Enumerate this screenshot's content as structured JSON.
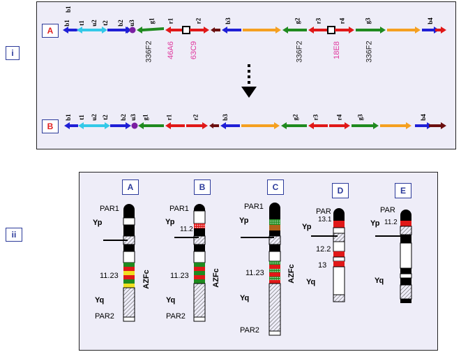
{
  "panel_i": {
    "label": "i",
    "row_a": {
      "label": "A",
      "arrows": [
        "b1",
        "t1",
        "u2",
        "t2",
        "b2",
        "u3",
        "g1",
        "r1",
        "r2",
        "b3",
        "g2",
        "r3",
        "r4",
        "g3",
        "b4"
      ],
      "probes": [
        "336F2",
        "46A6",
        "63C9",
        "336F2",
        "18E8",
        "336F2"
      ]
    },
    "row_b": {
      "label": "B",
      "arrows": [
        "b1",
        "t1",
        "u2",
        "t2",
        "b2",
        "u3",
        "g1",
        "r1",
        "r2",
        "b3",
        "g2",
        "r3",
        "r4",
        "g3",
        "b4"
      ]
    }
  },
  "panel_ii": {
    "label": "ii",
    "chromosomes": [
      {
        "label": "A",
        "par_top": "PAR1",
        "yp": "Yp",
        "band": "11.23",
        "azfc": "AZFc",
        "yq": "Yq",
        "par_bottom": "PAR2"
      },
      {
        "label": "B",
        "par_top": "PAR1",
        "yp": "Yp",
        "yp_band": "11.2",
        "band": "11.23",
        "azfc": "AZFc",
        "yq": "Yq",
        "par_bottom": "PAR2"
      },
      {
        "label": "C",
        "par_top": "PAR1",
        "yp": "Yp",
        "band": "11.23",
        "azfc": "AZFc",
        "yq": "Yq",
        "par_bottom": "PAR2"
      },
      {
        "label": "D",
        "par_top": "PAR",
        "yp": "Yp",
        "yp_band": "13.1",
        "band_1": "12.2",
        "band_2": "13",
        "yq": "Yq"
      },
      {
        "label": "E",
        "par_top": "PAR",
        "yp": "Yp",
        "yp_band": "11.2",
        "yq": "Yq"
      }
    ]
  },
  "colors": {
    "blue": "#1f1fd6",
    "cyan": "#33c9e8",
    "purple": "#7a1fa2",
    "green": "#1f8a1f",
    "red": "#e01818",
    "maroon": "#6b0f0f",
    "orange": "#f5a020",
    "magenta": "#e0389e",
    "label_blue": "#2b3a9a",
    "label_red": "#e02020"
  }
}
